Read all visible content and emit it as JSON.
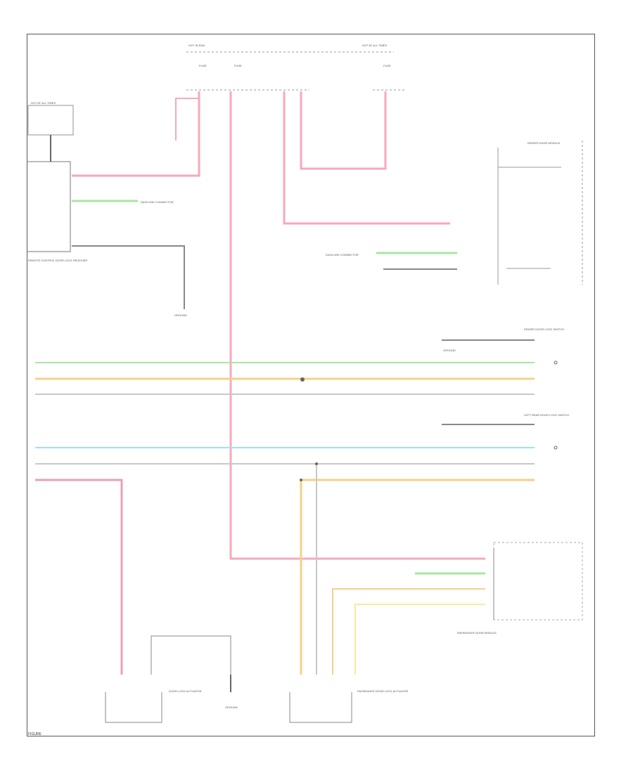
{
  "diagram": {
    "colors": {
      "red": "#f7a9b9",
      "green": "#a8e6a2",
      "orange": "#f5d08a",
      "cyan": "#9ee4ee",
      "gray": "#c8c8c8",
      "yellow": "#f6ec9a",
      "black": "#444444",
      "pink": "#e8a0b6"
    },
    "labels": {
      "fuse_block": "HOT AT ALL TIMES",
      "fuse_1": "FUSE",
      "fuse_2": "FUSE",
      "fuse_3": "FUSE",
      "top_note_1": "HOT IN RUN",
      "top_note_2": "HOT AT ALL TIMES",
      "module_left": "REMOTE CONTROL DOOR LOCK RECEIVER",
      "ground_1": "GROUND",
      "ground_2": "GROUND",
      "ground_3": "GROUND",
      "module_right": "DRIVER DOOR MODULE",
      "data_link_1": "DATA LINK CONNECTOR",
      "data_link_2": "DATA LINK CONNECTOR",
      "switch_lf": "DRIVER DOOR LOCK SWITCH",
      "switch_lr": "LEFT REAR DOOR LOCK SWITCH",
      "passenger_module": "PASSENGER DOOR MODULE",
      "actuator_left": "DOOR LOCK ACTUATOR",
      "actuator_right": "PASSENGER DOOR LOCK ACTUATOR",
      "footer": "FIGURE"
    }
  }
}
